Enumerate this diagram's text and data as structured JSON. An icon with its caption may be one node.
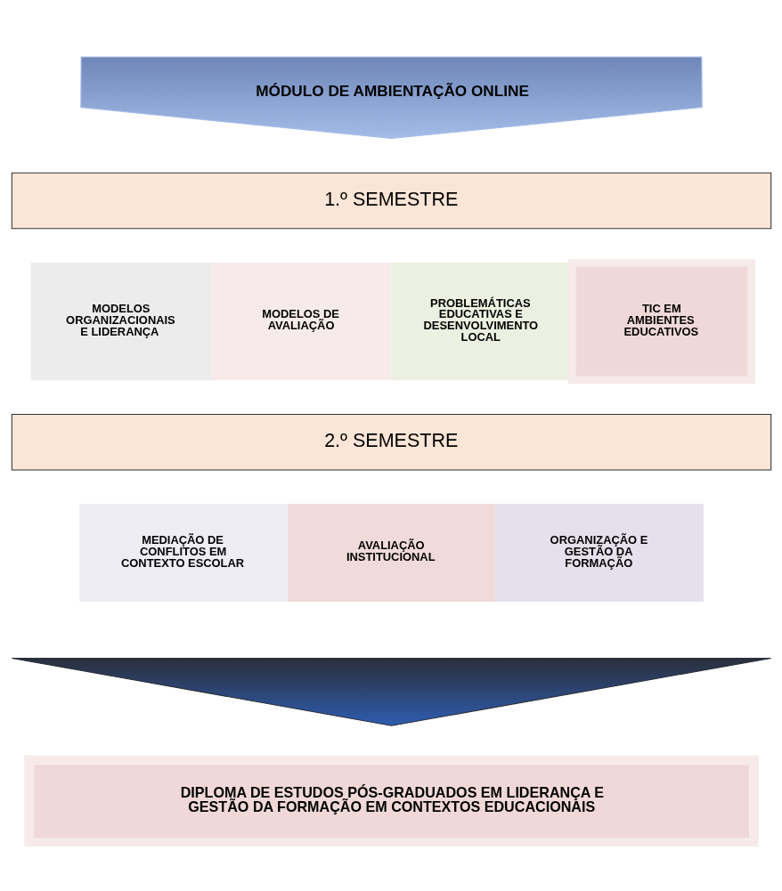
{
  "diagram": {
    "nodes": [
      {
        "text": [
          "MÓDULO DE AMBIENTAÇÃO ONLINE"
        ]
      },
      {
        "text": [
          "1.º SEMESTRE"
        ]
      },
      {
        "text": [
          "MODELOS ORGANIZACIONAIS E LIDERANÇA"
        ]
      },
      {
        "text": [
          "MODELOS DE AVALIAÇÃO"
        ]
      },
      {
        "text": [
          "PROBLEMÁTICAS EDUCATIVAS E DESENVOLVIMENTO LOCAL"
        ]
      },
      {
        "text": [
          "TIC EM AMBIENTES EDUCATIVOS"
        ]
      },
      {
        "text": [
          "2.º SEMESTRE"
        ]
      },
      {
        "text": [
          "MEDIAÇÃO DE CONFLITOS EM CONTEXTO ESCOLAR"
        ]
      },
      {
        "text": [
          "AVALIAÇÃO INSTITUCIONAL"
        ]
      },
      {
        "text": [
          "ORGANIZAÇÃO E GESTÃO DA FORMAÇÃO"
        ]
      },
      {
        "text": [],
        "shape": "triangle"
      },
      {
        "text": [
          "DIPLOMA DE ESTUDOS PÓS-GRADUADOS EM LIDERANÇA E GESTÃO DA FORMAÇÃO EM CONTEXTOS EDUCACIONAIS"
        ]
      }
    ],
    "edges": []
  }
}
